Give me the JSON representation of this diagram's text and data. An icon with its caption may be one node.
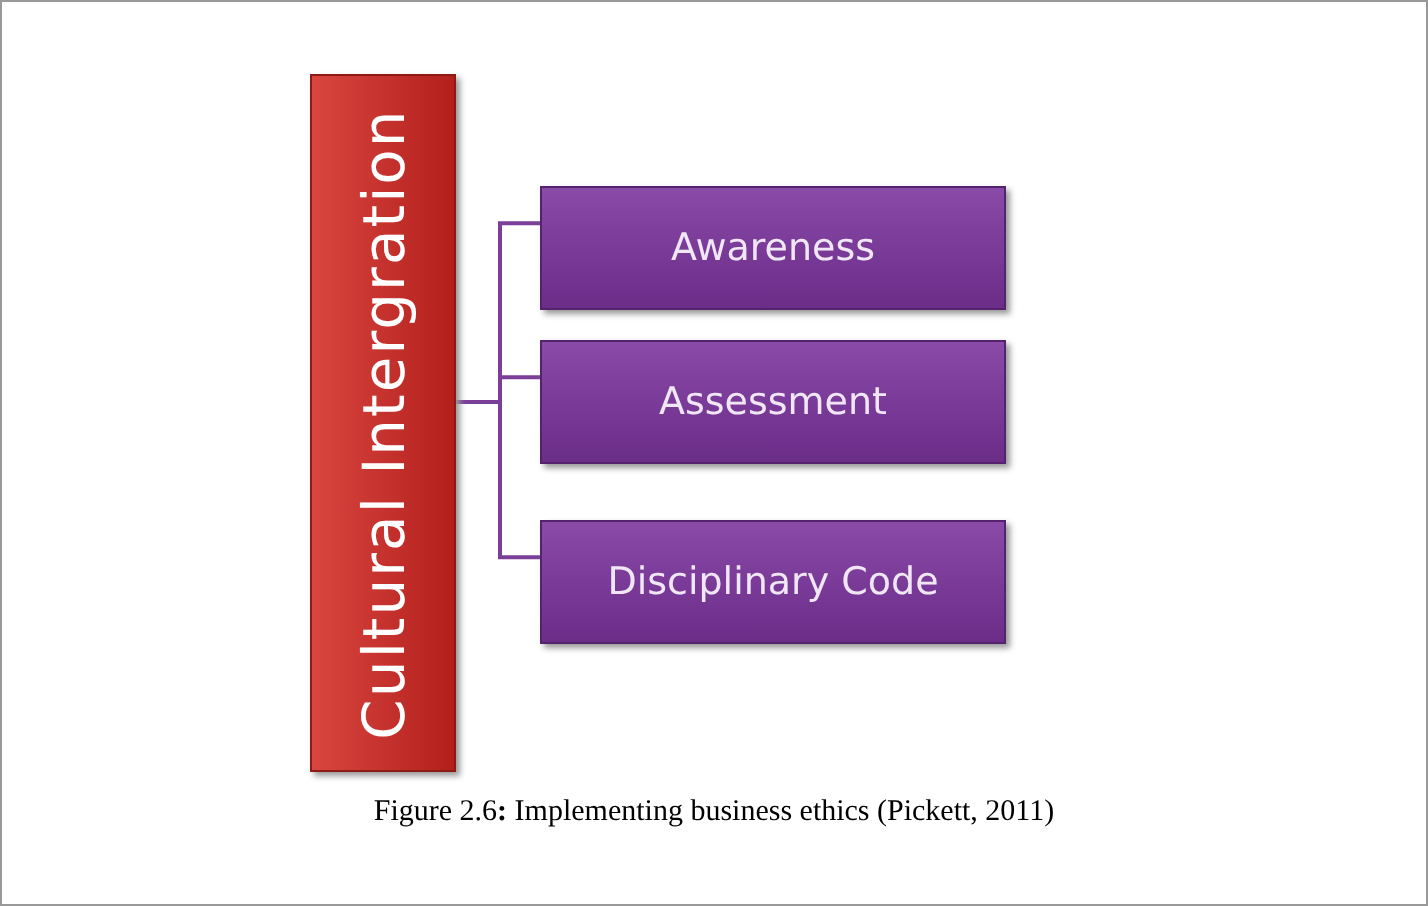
{
  "diagram": {
    "caption": "Figure 2.6**:** Implementing business ethics (Pickett, 2011)",
    "nodes": [
      {
        "text": [
          "Cultural Intergration"
        ]
      },
      {
        "text": [
          "Awareness"
        ]
      },
      {
        "text": [
          "Assessment"
        ]
      },
      {
        "text": [
          "Disciplinary Code"
        ]
      }
    ],
    "edges": [
      {
        "from": 0,
        "to": 1,
        "arrow": "none"
      },
      {
        "from": 0,
        "to": 2,
        "arrow": "none"
      },
      {
        "from": 0,
        "to": 3,
        "arrow": "none"
      }
    ]
  }
}
